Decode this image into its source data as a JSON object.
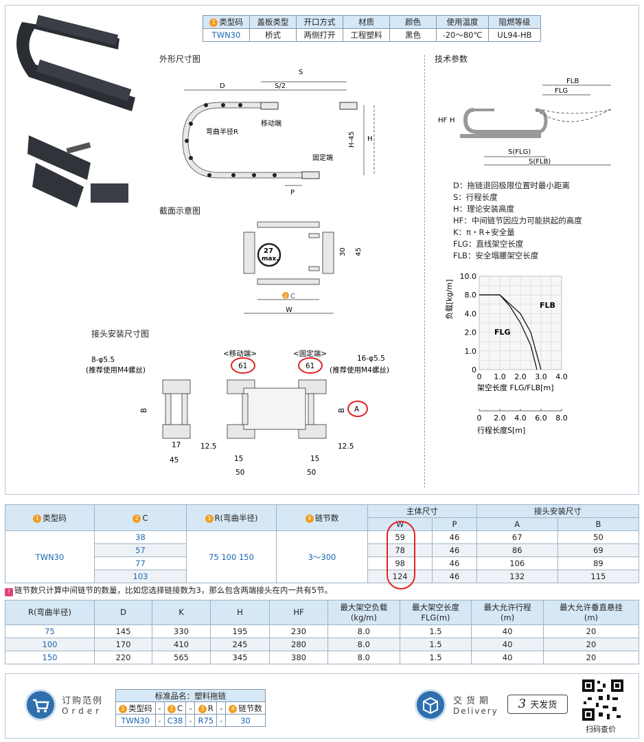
{
  "spec_table": {
    "headers": [
      "类型码",
      "盖板类型",
      "开口方式",
      "材质",
      "颜色",
      "使用温度",
      "阻燃等级"
    ],
    "header_badge": "1",
    "values": [
      "TWN30",
      "桥式",
      "两侧打开",
      "工程塑料",
      "黑色",
      "-20～80℃",
      "UL94-HB"
    ]
  },
  "sections": {
    "outline": "外形尺寸图",
    "tech": "技术参数",
    "cross": "截面示意图",
    "joint": "接头安装尺寸图"
  },
  "outline_labels": {
    "S": "S",
    "D": "D",
    "S2": "S/2",
    "moving": "移动端",
    "bend": "弯曲半径R",
    "H45": "H-45",
    "H": "H",
    "fixed": "固定端",
    "P": "P"
  },
  "tech_labels": {
    "FLB": "FLB",
    "FLG": "FLG",
    "HF": "HF",
    "H": "H",
    "SFLG": "S(FLG)",
    "SFLB": "S(FLB)"
  },
  "params": [
    "D：拖链退回极限位置时最小距离",
    "S：行程长度",
    "H：理论安装高度",
    "HF：中间链节因应力可能拱起的高度",
    "K：π・R+安全量",
    "FLG：直线架空长度",
    "FLB：安全塌腰架空长度"
  ],
  "cross_labels": {
    "max": "27",
    "max2": "max.",
    "d30": "30",
    "d45": "45",
    "C": "C",
    "C_badge": "2",
    "W": "W"
  },
  "joint_labels": {
    "hole8": "8-φ5.5",
    "rec1": "(推荐使用M4螺丝)",
    "moving": "<移动端>",
    "fixed": "<固定端>",
    "d61a": "61",
    "d61b": "61",
    "hole16": "16-φ5.5",
    "rec2": "(推荐使用M4螺丝)",
    "B1": "B",
    "B2": "B",
    "A": "A",
    "d17": "17",
    "d45": "45",
    "d125a": "12.5",
    "d15a": "15",
    "d50a": "50",
    "d125b": "12.5",
    "d15b": "15",
    "d50b": "50"
  },
  "chart_data": {
    "type": "line",
    "ylabel": "负载[kg/m]",
    "xlabel": "架空长度 FLG/FLB[m]",
    "x2label": "行程长度S[m]",
    "xlim": [
      0,
      4.0
    ],
    "ylim": [
      0,
      10.0
    ],
    "xticks": [
      "0",
      "1.0",
      "2.0",
      "3.0",
      "4.0"
    ],
    "x2ticks": [
      "0",
      "2.0",
      "4.0",
      "6.0",
      "8.0"
    ],
    "yticks": [
      "0",
      "1.0",
      "2.0",
      "4.0",
      "8.0",
      "10.0"
    ],
    "grid": true,
    "series": [
      {
        "name": "FLB",
        "x": [
          0,
          1.0,
          1.5,
          2.0,
          2.5,
          3.0
        ],
        "y": [
          8.0,
          8.0,
          6.0,
          4.0,
          2.0,
          0
        ]
      },
      {
        "name": "FLG",
        "x": [
          0,
          1.0,
          1.5,
          2.0,
          2.5,
          2.8
        ],
        "y": [
          8.0,
          8.0,
          5.5,
          3.0,
          1.3,
          0
        ]
      }
    ]
  },
  "main_table": {
    "h_type": "类型码",
    "h_type_badge": "1",
    "h_c": "C",
    "h_c_badge": "2",
    "h_r": "R(弯曲半径)",
    "h_r_badge": "3",
    "h_n": "链节数",
    "h_n_badge": "4",
    "h_main": "主体尺寸",
    "h_joint": "接头安装尺寸",
    "h_w": "W",
    "h_p": "P",
    "h_a": "A",
    "h_b": "B",
    "type": "TWN30",
    "r": "75    100    150",
    "n": "3～300",
    "rows": [
      {
        "c": "38",
        "w": "59",
        "p": "46",
        "a": "67",
        "b": "50"
      },
      {
        "c": "57",
        "w": "78",
        "p": "46",
        "a": "86",
        "b": "69"
      },
      {
        "c": "77",
        "w": "98",
        "p": "46",
        "a": "106",
        "b": "89"
      },
      {
        "c": "103",
        "w": "124",
        "p": "46",
        "a": "132",
        "b": "115"
      }
    ]
  },
  "note": {
    "icon": "!",
    "text": "链节数只计算中间链节的数量，比如您选择链接数为3，那么包含两端接头在内一共有5节。"
  },
  "r_table": {
    "headers": [
      "R(弯曲半径)",
      "D",
      "K",
      "H",
      "HF",
      "最大架空负载",
      "最大架空长度",
      "最大允许行程",
      "最大允许垂直悬挂"
    ],
    "subs": [
      "",
      "",
      "",
      "",
      "",
      "(kg/m)",
      "FLG(m)",
      "(m)",
      "(m)"
    ],
    "rows": [
      [
        "75",
        "145",
        "330",
        "195",
        "230",
        "8.0",
        "1.5",
        "40",
        "20"
      ],
      [
        "100",
        "170",
        "410",
        "245",
        "280",
        "8.0",
        "1.5",
        "40",
        "20"
      ],
      [
        "150",
        "220",
        "565",
        "345",
        "380",
        "8.0",
        "1.5",
        "40",
        "20"
      ]
    ]
  },
  "order": {
    "title_cn": "订购范例",
    "title_en": "Order",
    "std_name": "标准品名：塑料拖链",
    "cols": [
      {
        "badge": "1",
        "label": "类型码",
        "value": "TWN30"
      },
      {
        "label": "-",
        "value": "-"
      },
      {
        "badge": "2",
        "label": "C",
        "value": "C38"
      },
      {
        "label": "-",
        "value": "-"
      },
      {
        "badge": "3",
        "label": "R",
        "value": "R75"
      },
      {
        "label": "-",
        "value": "-"
      },
      {
        "badge": "4",
        "label": "链节数",
        "value": "30"
      }
    ],
    "delivery_cn": "交货期",
    "delivery_en": "Delivery",
    "days_num": "3",
    "days_text": "天发货",
    "scan": "扫码查价"
  },
  "colors": {
    "header_bg": "#d6e7f5",
    "accent_blue": "#1a66b3",
    "badge_orange": "#f39c1f",
    "highlight_red": "#e02020"
  }
}
